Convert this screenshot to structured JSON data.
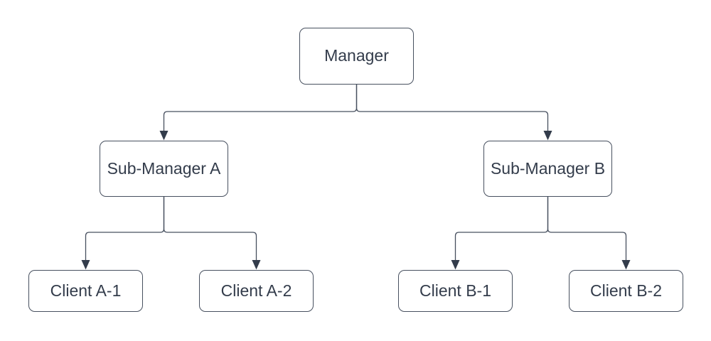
{
  "diagram": {
    "type": "org-chart",
    "colors": {
      "background": "#ffffff",
      "line": "#47505f",
      "arrow": "#333c4b",
      "node_border": "#47505f",
      "node_fill": "#ffffff",
      "text": "#333c4b"
    },
    "nodes": {
      "manager": {
        "label": "Manager"
      },
      "sub_manager_a": {
        "label": "Sub-Manager A"
      },
      "sub_manager_b": {
        "label": "Sub-Manager B"
      },
      "client_a1": {
        "label": "Client A-1"
      },
      "client_a2": {
        "label": "Client A-2"
      },
      "client_b1": {
        "label": "Client B-1"
      },
      "client_b2": {
        "label": "Client B-2"
      }
    },
    "edges": [
      {
        "from": "Manager",
        "to": "Sub-Manager A"
      },
      {
        "from": "Manager",
        "to": "Sub-Manager B"
      },
      {
        "from": "Sub-Manager A",
        "to": "Client A-1"
      },
      {
        "from": "Sub-Manager A",
        "to": "Client A-2"
      },
      {
        "from": "Sub-Manager B",
        "to": "Client B-1"
      },
      {
        "from": "Sub-Manager B",
        "to": "Client B-2"
      }
    ]
  }
}
